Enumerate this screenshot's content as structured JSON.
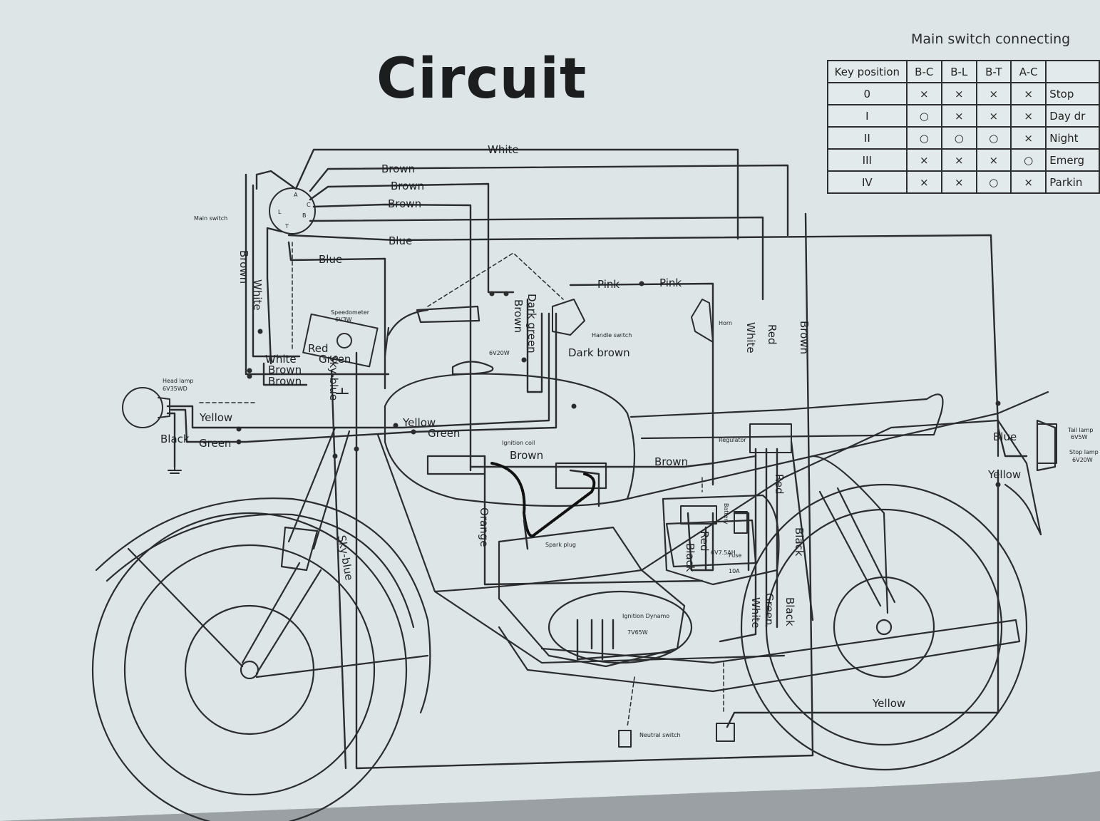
{
  "title": "Circuit",
  "switch_table": {
    "caption": "Main switch connecting",
    "headers": [
      "Key position",
      "B-C",
      "B-L",
      "B-T",
      "A-C",
      ""
    ],
    "rows": [
      {
        "key": "0",
        "cells": [
          "×",
          "×",
          "×",
          "×"
        ],
        "mode": "Stop"
      },
      {
        "key": "I",
        "cells": [
          "○",
          "×",
          "×",
          "×"
        ],
        "mode": "Day dr"
      },
      {
        "key": "II",
        "cells": [
          "○",
          "○",
          "○",
          "×"
        ],
        "mode": "Night"
      },
      {
        "key": "III",
        "cells": [
          "×",
          "×",
          "×",
          "○"
        ],
        "mode": "Emerg"
      },
      {
        "key": "IV",
        "cells": [
          "×",
          "×",
          "○",
          "×"
        ],
        "mode": "Parkin"
      }
    ]
  },
  "components": {
    "main_switch": "Main switch",
    "speedometer": "Speedometer",
    "speedometer_rating": "6V3W",
    "head_lamp": "Head lamp",
    "head_lamp_rating": "6V35WD",
    "neutral_lamp_rating": "6V20W",
    "handle_switch": "Handle switch",
    "horn": "Horn",
    "regulator": "Regulator",
    "ignition_coil": "Ignition coil",
    "spark_plug": "Spark plug",
    "battery": "Battery",
    "battery_rating": "6V7.5AH",
    "fuse": "Fuse",
    "fuse_rating": "10A",
    "ignition_dynamo": "Ignition Dynamo",
    "ignition_dynamo_rating": "7V65W",
    "neutral_switch": "Neutral switch",
    "tail_lamp": "Tail lamp",
    "tail_lamp_rating": "6V5W",
    "stop_lamp": "Stop lamp",
    "stop_lamp_rating": "6V20W"
  },
  "wires": {
    "white_top": "White",
    "brown_1": "Brown",
    "brown_2": "Brown",
    "brown_3": "Brown",
    "blue_1": "Blue",
    "blue_2": "Blue",
    "brown_vertical": "Brown",
    "white_vertical": "White",
    "white_speedo": "White",
    "brown_speedo_1": "Brown",
    "brown_speedo_2": "Brown",
    "red_speedo": "Red",
    "green_speedo": "Green",
    "skyblue_upper": "Sky-blue",
    "skyblue_lower": "Sky-blue",
    "yellow_head": "Yellow",
    "black_head": "Black",
    "green_head": "Green",
    "yellow_mid": "Yellow",
    "green_mid": "Green",
    "dark_green": "Dark green",
    "brown_handle": "Brown",
    "dark_brown": "Dark brown",
    "pink_1": "Pink",
    "pink_2": "Pink",
    "white_right": "White",
    "red_right": "Red",
    "brown_right": "Brown",
    "brown_coil": "Brown",
    "brown_coil_right": "Brown",
    "orange": "Orange",
    "red_reg": "Red",
    "red_battery": "Red",
    "black_battery": "Black",
    "black_right": "Black",
    "black_right_2": "Black",
    "green_low": "Green",
    "white_low": "White",
    "blue_tail": "Blue",
    "yellow_tail": "Yellow",
    "yellow_bottom": "Yellow"
  },
  "colors": {
    "paper": "#dde5e7",
    "ink": "#1f2123"
  }
}
